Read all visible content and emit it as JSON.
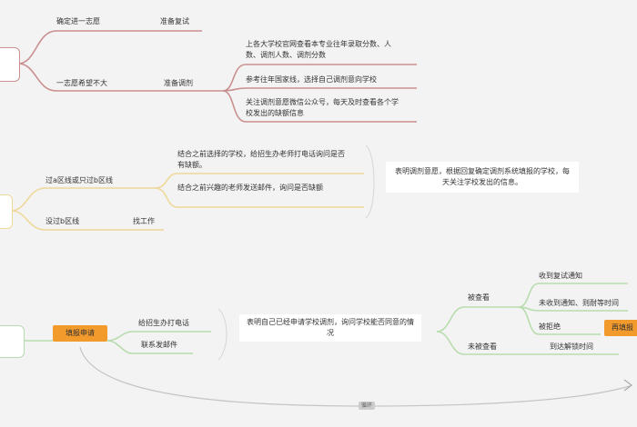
{
  "colors": {
    "background": "#f3f3f3",
    "branch_red": "#c9908f",
    "branch_yellow": "#eed89a",
    "branch_green": "#b8dcae",
    "highlight_orange": "#f39a2c",
    "relation_gray": "#bdbdbd"
  },
  "branch1": {
    "nodes": [
      {
        "label": "确定进一志愿",
        "child": "准备复试"
      },
      {
        "label": "一志愿希望不大",
        "child": "准备调剂"
      }
    ],
    "tiaoji_children": [
      "上各大学校官网查看本专业往年录取分数、人数、调剂人数、调剂分数",
      "参考往年国家线，选择自己调剂意向学校",
      "关注调剂意愿微信公众号，每天及时查看各个学校发出的缺额信息"
    ]
  },
  "branch2": {
    "nodes": [
      {
        "label": "过a区线或只过b区线"
      },
      {
        "label": "没过b区线",
        "child": "找工作"
      }
    ],
    "children": [
      "结合之前选择的学校，给招生办老师打电话询问是否有缺额。",
      "结合之前兴趣的老师发送邮件，询问是否缺额"
    ],
    "summary": "表明调剂意愿，根据回复确定调剂系统填报的学校，每天关注学校发出的信息。"
  },
  "branch3": {
    "apply_node": "填报申请",
    "actions": [
      "给招生办打电话",
      "联系发邮件"
    ],
    "summary": "表明自己已经申请学校调剂，询问学校能否同意的情况",
    "outcomes": {
      "viewed": {
        "label": "被查看",
        "children": [
          "收到复试通知",
          "未收到通知、则耐等时间",
          "被拒绝"
        ]
      },
      "not_viewed": {
        "label": "未被查看",
        "child": "到达解锁时间"
      },
      "reject_action": "再填报"
    },
    "loop_label": "循环"
  }
}
